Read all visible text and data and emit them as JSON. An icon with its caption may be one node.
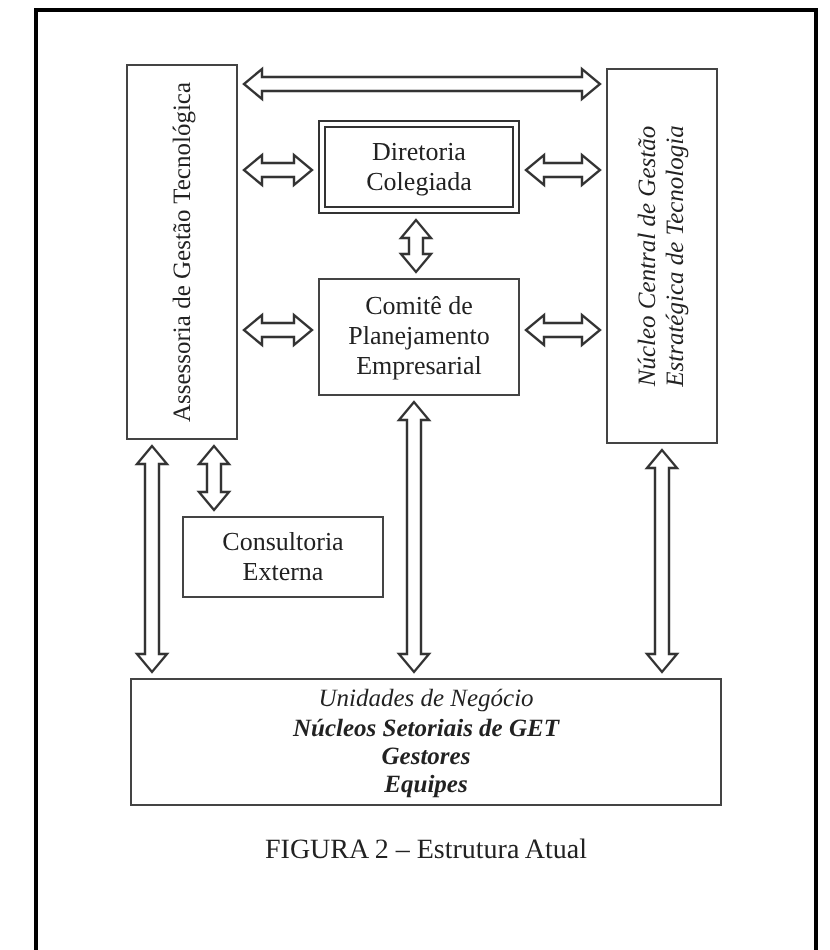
{
  "diagram": {
    "caption": "FIGURA 2 – Estrutura Atual",
    "nodes": [
      {
        "text": [
          "Assessoria de Gestão Tecnológica"
        ]
      },
      {
        "text": [
          "Núcleo Central de Gestão Estratégica de Tecnologia"
        ]
      },
      {
        "text": [
          "Diretoria Colegiada"
        ]
      },
      {
        "text": [
          "Comitê de Planejamento Empresarial"
        ]
      },
      {
        "text": [
          "Consultoria Externa"
        ]
      },
      {
        "text": [
          "Unidades de Negócio",
          "Núcleos Setoriais de GET",
          "Gestores",
          "Equipes"
        ]
      }
    ],
    "edges": [
      {
        "from": 0,
        "to": 1,
        "arrow": "both"
      },
      {
        "from": 0,
        "to": 2,
        "arrow": "both"
      },
      {
        "from": 2,
        "to": 1,
        "arrow": "both"
      },
      {
        "from": 2,
        "to": 3,
        "arrow": "both"
      },
      {
        "from": 0,
        "to": 3,
        "arrow": "both"
      },
      {
        "from": 3,
        "to": 1,
        "arrow": "both"
      },
      {
        "from": 0,
        "to": 4,
        "arrow": "both"
      },
      {
        "from": 0,
        "to": 5,
        "arrow": "both"
      },
      {
        "from": 3,
        "to": 5,
        "arrow": "both"
      },
      {
        "from": 1,
        "to": 5,
        "arrow": "both"
      }
    ]
  }
}
